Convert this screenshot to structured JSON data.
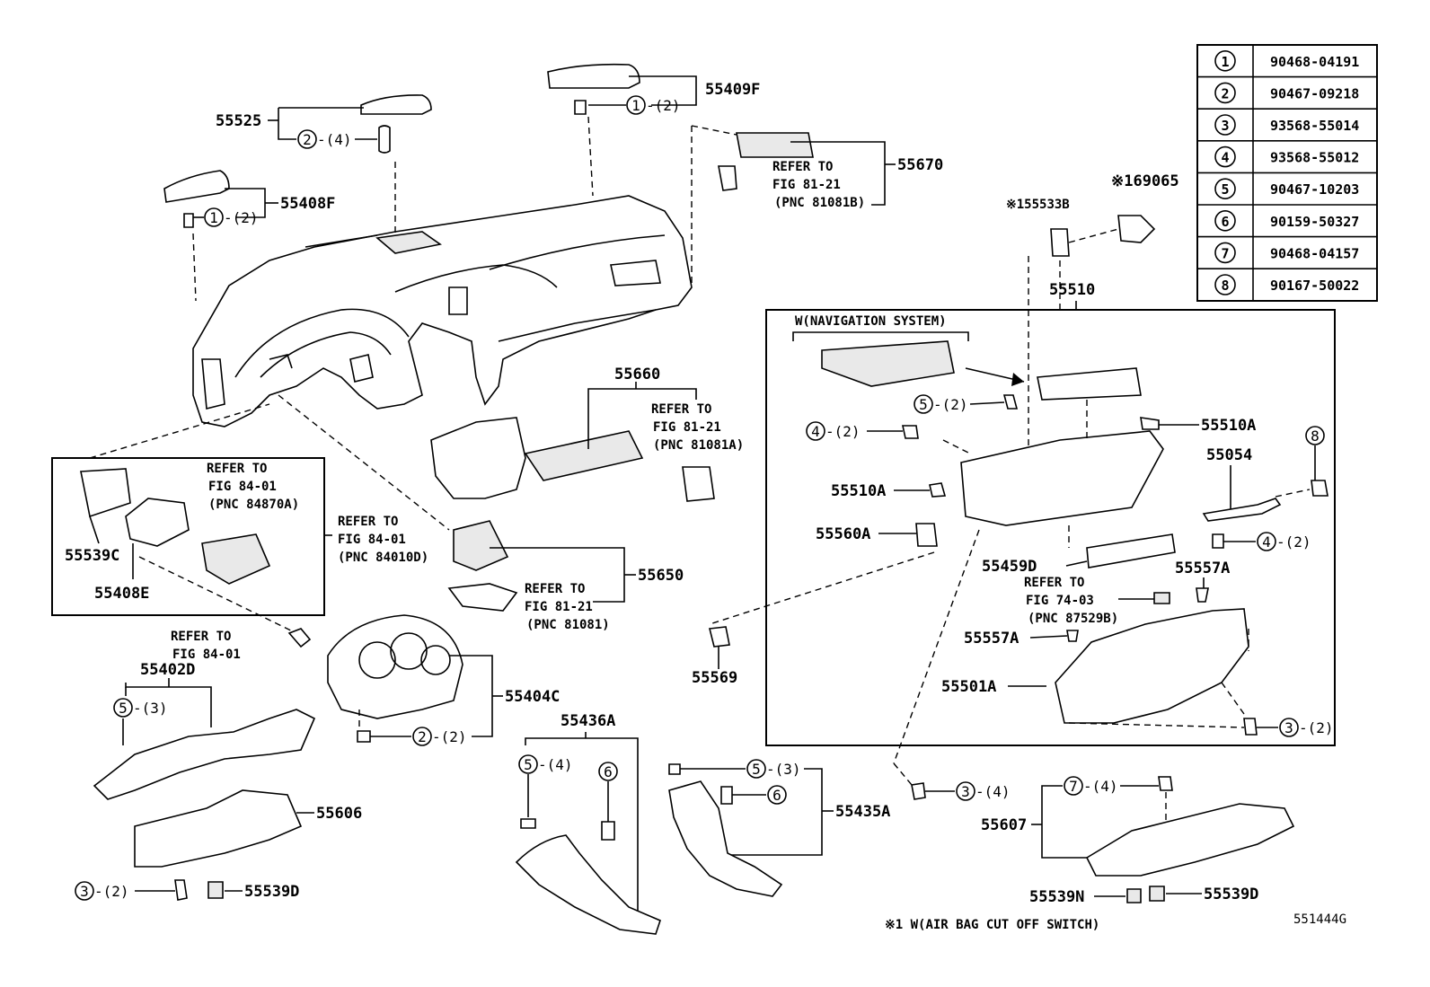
{
  "diagram_id": "551444G",
  "footnote": "※1 W(AIR BAG CUT OFF SWITCH)",
  "nav_label": "W(NAVIGATION SYSTEM)",
  "legend": [
    {
      "n": "1",
      "part": "90468-04191"
    },
    {
      "n": "2",
      "part": "90467-09218"
    },
    {
      "n": "3",
      "part": "93568-55014"
    },
    {
      "n": "4",
      "part": "93568-55012"
    },
    {
      "n": "5",
      "part": "90467-10203"
    },
    {
      "n": "6",
      "part": "90159-50327"
    },
    {
      "n": "7",
      "part": "90468-04157"
    },
    {
      "n": "8",
      "part": "90167-50022"
    }
  ],
  "labels": {
    "p55525": "55525",
    "p55409F": "55409F",
    "p55408F": "55408F",
    "p55670": "55670",
    "p155533B": "※155533B",
    "p169065": "※169065",
    "p55510": "55510",
    "p55660": "55660",
    "p55510A_r": "55510A",
    "p55510A_l": "55510A",
    "p55054": "55054",
    "p55539C": "55539C",
    "p55408E": "55408E",
    "p55560A": "55560A",
    "p55650": "55650",
    "p55459D": "55459D",
    "p55557A_r": "55557A",
    "p55557A_l": "55557A",
    "p55569": "55569",
    "p55402D": "55402D",
    "p55404C": "55404C",
    "p55501A": "55501A",
    "p55436A": "55436A",
    "p55606": "55606",
    "p55435A": "55435A",
    "p55607": "55607",
    "p55539D_l": "55539D",
    "p55539N": "55539N",
    "p55539D_r": "55539D"
  },
  "qty": {
    "q2_4": "-(4)",
    "q1_2a": "-(2)",
    "q1_2b": "-(2)",
    "q5_2": "-(2)",
    "q4_2a": "-(2)",
    "q4_2b": "-(2)",
    "q3_2r": "-(2)",
    "q5_3l": "-(3)",
    "q2_2": "-(2)",
    "q5_4": "-(4)",
    "q5_3r": "-(3)",
    "q3_4": "-(4)",
    "q7_4": "-(4)",
    "q3_2l": "-(2)"
  },
  "callouts": {
    "c2a": "2",
    "c1a": "1",
    "c1b": "1",
    "c5a": "5",
    "c4a": "4",
    "c4b": "4",
    "c8": "8",
    "c3a": "3",
    "c5b": "5",
    "c2b": "2",
    "c5c": "5",
    "c6a": "6",
    "c5d": "5",
    "c6b": "6",
    "c3b": "3",
    "c7": "7",
    "c3c": "3"
  },
  "refs": {
    "r1": [
      "REFER TO",
      "FIG 81-21",
      "(PNC 81081B)"
    ],
    "r2": [
      "REFER TO",
      "FIG 81-21",
      "(PNC 81081A)"
    ],
    "r3": [
      "REFER TO",
      "FIG 84-01",
      "(PNC 84870A)"
    ],
    "r4": [
      "REFER TO",
      "FIG 84-01",
      "(PNC 84010D)"
    ],
    "r5": [
      "REFER TO",
      "FIG 81-21",
      "(PNC 81081)"
    ],
    "r6": [
      "REFER TO",
      "FIG 74-03",
      "(PNC 87529B)"
    ],
    "r7": [
      "REFER TO",
      "FIG 84-01"
    ]
  }
}
